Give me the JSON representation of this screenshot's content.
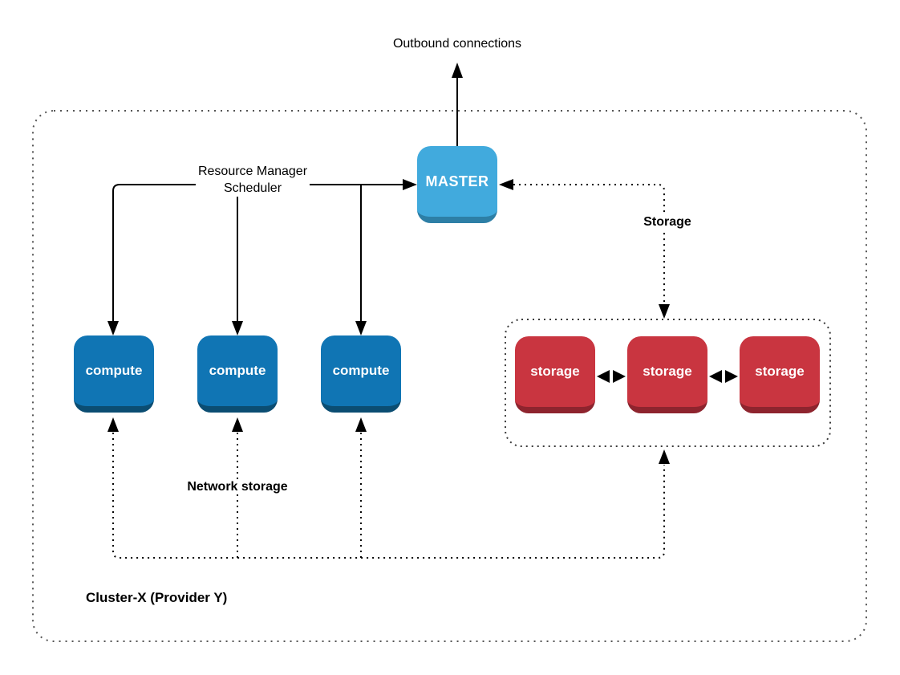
{
  "diagram": {
    "cluster_label": "Cluster-X (Provider Y)",
    "external_label": "Outbound connections",
    "edge_labels": {
      "resource_manager_line1": "Resource Manager",
      "resource_manager_line2": "Scheduler",
      "storage": "Storage",
      "network_storage": "Network storage"
    },
    "nodes": {
      "master": {
        "label": "MASTER"
      },
      "compute": [
        {
          "label": "compute"
        },
        {
          "label": "compute"
        },
        {
          "label": "compute"
        }
      ],
      "storage": [
        {
          "label": "storage"
        },
        {
          "label": "storage"
        },
        {
          "label": "storage"
        }
      ]
    },
    "colors": {
      "master_fill": "#41aadd",
      "master_shadow": "#2d7fa6",
      "compute_fill": "#1075b4",
      "compute_shadow": "#0b4d72",
      "storage_fill": "#c93540",
      "storage_shadow": "#8e242e",
      "node_text": "#ffffff",
      "connector": "#000000",
      "boundary_dots": "#555555",
      "label_text": "#000000",
      "background": "#ffffff"
    }
  }
}
